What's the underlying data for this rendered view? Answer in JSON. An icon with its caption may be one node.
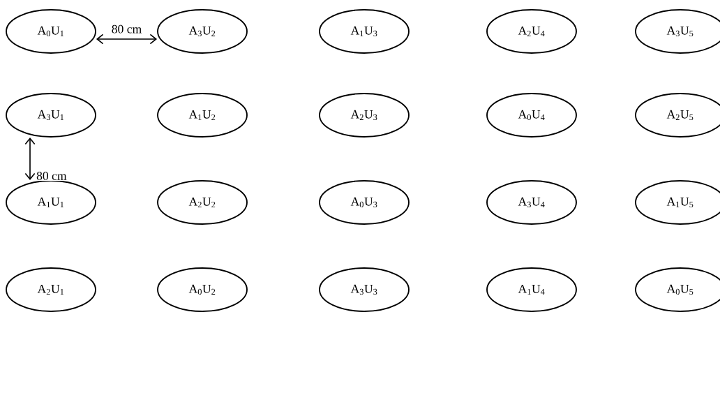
{
  "diagram": {
    "nodes": [
      {
        "text": [
          "A$_{0}$U$_{1}$"
        ]
      },
      {
        "text": [
          "A$_{3}$U$_{2}$"
        ]
      },
      {
        "text": [
          "A$_{1}$U$_{3}$"
        ]
      },
      {
        "text": [
          "A$_{2}$U$_{4}$"
        ]
      },
      {
        "text": [
          "A$_{3}$U$_{5}$"
        ]
      },
      {
        "text": [
          "A$_{3}$U$_{1}$"
        ]
      },
      {
        "text": [
          "A$_{1}$U$_{2}$"
        ]
      },
      {
        "text": [
          "A$_{2}$U$_{3}$"
        ]
      },
      {
        "text": [
          "A$_{0}$U$_{4}$"
        ]
      },
      {
        "text": [
          "A$_{2}$U$_{5}$"
        ]
      },
      {
        "text": [
          "A$_{1}$U$_{1}$"
        ]
      },
      {
        "text": [
          "A$_{2}$U$_{2}$"
        ]
      },
      {
        "text": [
          "A$_{0}$U$_{3}$"
        ]
      },
      {
        "text": [
          "A$_{3}$U$_{4}$"
        ]
      },
      {
        "text": [
          "A$_{1}$U$_{5}$"
        ]
      },
      {
        "text": [
          "A$_{2}$U$_{1}$"
        ]
      },
      {
        "text": [
          "A$_{0}$U$_{2}$"
        ]
      },
      {
        "text": [
          "A$_{3}$U$_{3}$"
        ]
      },
      {
        "text": [
          "A$_{1}$U$_{4}$"
        ]
      },
      {
        "text": [
          "A$_{0}$U$_{5}$"
        ]
      }
    ],
    "edges": [
      {
        "from": 0,
        "to": 1,
        "arrow": "both",
        "label": "80 cm"
      },
      {
        "from": 5,
        "to": 10,
        "arrow": "both",
        "label": "80 cm"
      }
    ]
  }
}
